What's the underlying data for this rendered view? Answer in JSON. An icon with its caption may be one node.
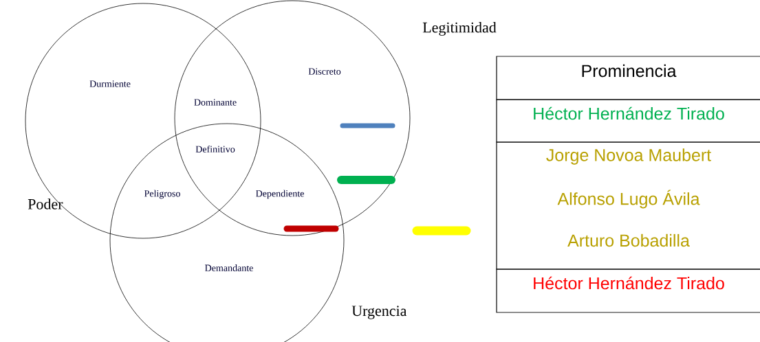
{
  "diagram": {
    "nodes": [
      {
        "text": [
          "Poder"
        ]
      },
      {
        "text": [
          "Legitimidad"
        ]
      },
      {
        "text": [
          "Urgencia"
        ]
      }
    ],
    "labels": [
      "Durmiente",
      "Discreto",
      "Dominante",
      "Definitivo",
      "Peligroso",
      "Dependiente",
      "Demandante",
      "Prominencia",
      "Héctor Hernández Tirado",
      "Jorge Novoa Maubert",
      "Alfonso Lugo Ávila",
      "Arturo Bobadilla",
      "Héctor Hernández Tirado"
    ]
  }
}
